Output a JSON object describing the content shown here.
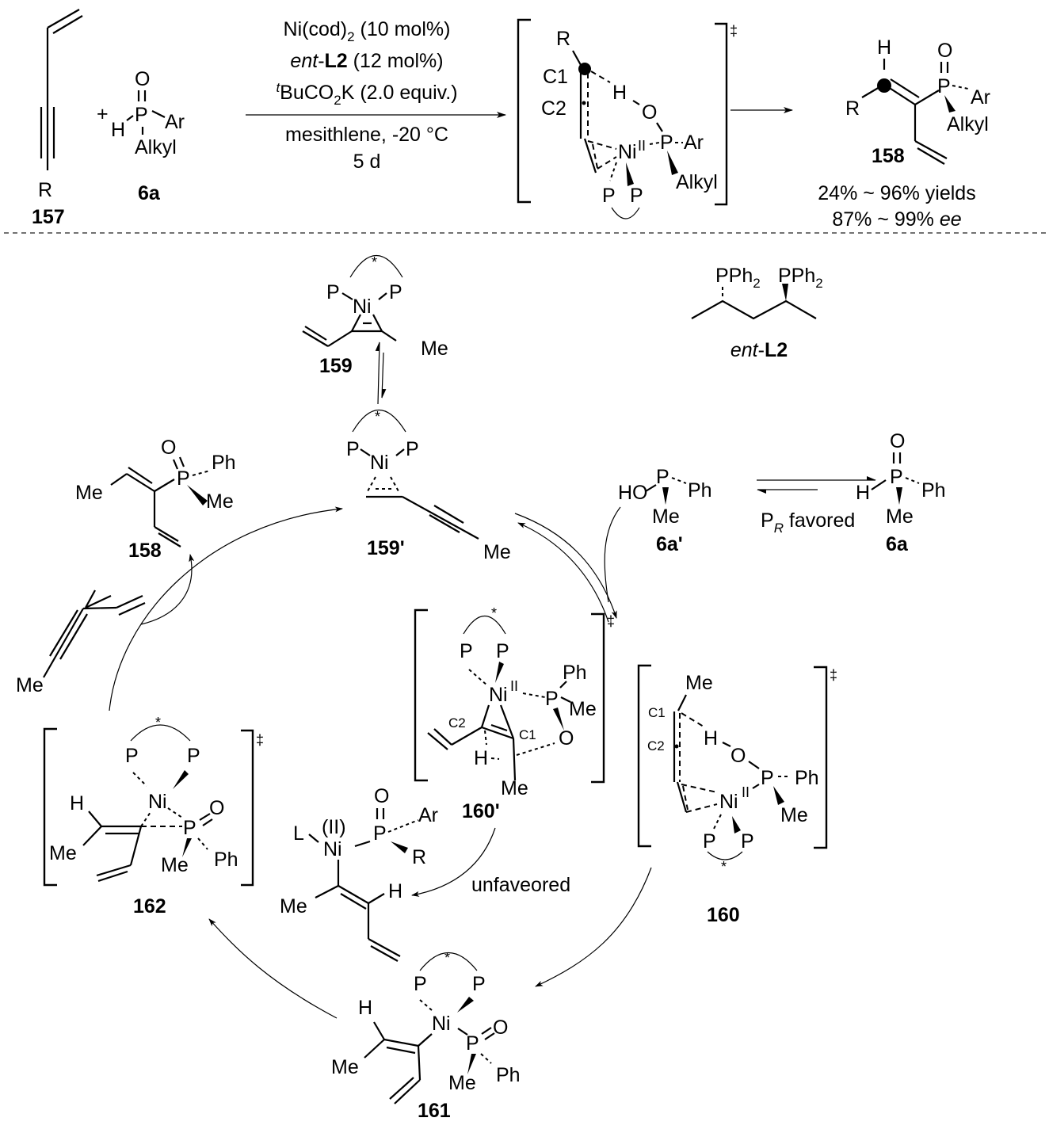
{
  "reaction": {
    "reactant_alkyne": {
      "label": "157",
      "substituent": "R"
    },
    "plus": "+",
    "reactant_phosphine_oxide": {
      "label": "6a",
      "atoms": {
        "O": "O",
        "P": "P",
        "H": "H",
        "Ar": "Ar",
        "Alkyl": "Alkyl"
      }
    },
    "conditions": {
      "line1_main": "Ni(cod)",
      "line1_sub": "2",
      "line1_rest": " (10 mol%)",
      "line2_italic": "ent",
      "line2_dash": "-",
      "line2_bold": "L2",
      "line2_rest": " (12 mol%)",
      "line3_sup": "t",
      "line3_main": "BuCO",
      "line3_sub": "2",
      "line3_rest": "K (2.0 equiv.)",
      "line4": "mesithlene, -20 °C",
      "line5": "5 d"
    },
    "transition_state": {
      "dagger": "‡",
      "atoms": {
        "R": "R",
        "C1": "C1",
        "C2": "C2",
        "H": "H",
        "O": "O",
        "P": "P",
        "Ar": "Ar",
        "Alkyl": "Alkyl",
        "Ni": "Ni",
        "Ni_ox": "II",
        "P1": "P",
        "P2": "P"
      }
    },
    "product": {
      "label": "158",
      "atoms": {
        "H": "H",
        "R": "R",
        "O": "O",
        "P": "P",
        "Ar": "Ar",
        "Alkyl": "Alkyl"
      },
      "yield_text": "24% ~ 96% yields",
      "ee_value": "87% ~ 99% ",
      "ee_italic": "ee"
    }
  },
  "ligand": {
    "label_italic": "ent",
    "label_dash": "-",
    "label_bold": "L2",
    "group1": "PPh",
    "group2": "PPh",
    "subscript": "2"
  },
  "cycle": {
    "c159": {
      "label": "159",
      "Ni": "Ni",
      "P1": "P",
      "P2": "P",
      "star": "*",
      "Me": "Me"
    },
    "c159p": {
      "label": "159'",
      "Ni": "Ni",
      "P1": "P",
      "P2": "P",
      "star": "*",
      "Me": "Me"
    },
    "c158": {
      "label": "158",
      "O": "O",
      "P": "P",
      "Ph": "Ph",
      "Me1": "Me",
      "Me2": "Me"
    },
    "enyne": {
      "Me": "Me"
    },
    "c6ap": {
      "label": "6a'",
      "HO": "HO",
      "P": "P",
      "Ph": "Ph",
      "Me": "Me"
    },
    "c6a": {
      "label": "6a",
      "H": "H",
      "O": "O",
      "P": "P",
      "Ph": "Ph",
      "Me": "Me"
    },
    "equilibrium": {
      "P": "P",
      "sub": "R",
      "text": " favored"
    },
    "c160p": {
      "label": "160'",
      "dagger": "‡",
      "star": "*",
      "P1": "P",
      "P2": "P",
      "Ni": "Ni",
      "Ni_ox": "II",
      "P": "P",
      "Ph": "Ph",
      "Me": "Me",
      "C2": "C2",
      "C1": "C1",
      "O": "O",
      "H": "H",
      "Me2": "Me"
    },
    "c160": {
      "label": "160",
      "dagger": "‡",
      "star": "*",
      "Me": "Me",
      "C1": "C1",
      "C2": "C2",
      "H": "H",
      "O": "O",
      "P": "P",
      "Ph": "Ph",
      "Me2": "Me",
      "Ni": "Ni",
      "Ni_ox": "II",
      "P1": "P",
      "P2": "P"
    },
    "c162": {
      "label": "162",
      "dagger": "‡",
      "star": "*",
      "P1": "P",
      "P2": "P",
      "Ni": "Ni",
      "H": "H",
      "Me": "Me",
      "O": "O",
      "P": "P",
      "Me2": "Me",
      "Ph": "Ph"
    },
    "c161": {
      "label": "161",
      "star": "*",
      "P1": "P",
      "P2": "P",
      "Ni": "Ni",
      "H": "H",
      "Me": "Me",
      "O": "O",
      "P": "P",
      "Me2": "Me",
      "Ph": "Ph"
    },
    "unfavored_species": {
      "L": "L",
      "ox": "(II)",
      "Ni": "Ni",
      "O": "O",
      "P": "P",
      "Ar": "Ar",
      "R": "R",
      "H": "H",
      "Me": "Me"
    },
    "unfavored_label": "unfaveored"
  }
}
